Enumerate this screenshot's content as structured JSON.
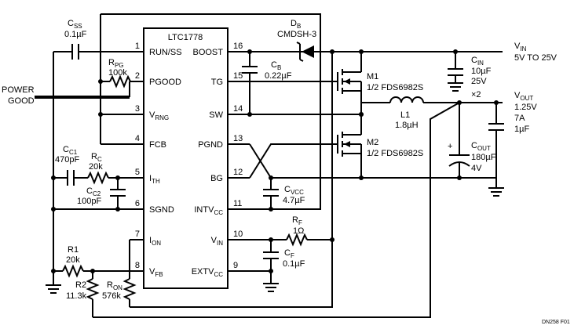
{
  "ic": {
    "name": "LTC1778",
    "left_pins": [
      {
        "num": "1",
        "name": "RUN/SS"
      },
      {
        "num": "2",
        "name": "PGOOD"
      },
      {
        "num": "3",
        "name": "V",
        "sub": "RNG"
      },
      {
        "num": "4",
        "name": "FCB"
      },
      {
        "num": "5",
        "name": "I",
        "sub": "TH"
      },
      {
        "num": "6",
        "name": "SGND"
      },
      {
        "num": "7",
        "name": "I",
        "sub": "ON"
      },
      {
        "num": "8",
        "name": "V",
        "sub": "FB"
      }
    ],
    "right_pins": [
      {
        "num": "16",
        "name": "BOOST"
      },
      {
        "num": "15",
        "name": "TG"
      },
      {
        "num": "14",
        "name": "SW"
      },
      {
        "num": "13",
        "name": "PGND"
      },
      {
        "num": "12",
        "name": "BG"
      },
      {
        "num": "11",
        "name": "INTV",
        "sub": "CC"
      },
      {
        "num": "10",
        "name": "V",
        "sub": "IN"
      },
      {
        "num": "9",
        "name": "EXTV",
        "sub": "CC"
      }
    ]
  },
  "components": {
    "css": {
      "ref": "C",
      "ref_sub": "SS",
      "value": "0.1µF"
    },
    "rpg": {
      "ref": "R",
      "ref_sub": "PG",
      "value": "100k"
    },
    "db": {
      "ref": "D",
      "ref_sub": "B",
      "value": "CMDSH-3"
    },
    "cb": {
      "ref": "C",
      "ref_sub": "B",
      "value": "0.22µF"
    },
    "m1": {
      "ref": "M1",
      "value": "1/2 FDS6982S"
    },
    "m2": {
      "ref": "M2",
      "value": "1/2 FDS6982S"
    },
    "l1": {
      "ref": "L1",
      "value": "1.8µH"
    },
    "cin": {
      "ref": "C",
      "ref_sub": "IN",
      "value1": "10µF",
      "value2": "25V",
      "mult": "×2"
    },
    "cout": {
      "ref": "C",
      "ref_sub": "OUT",
      "value1": "180µF",
      "value2": "4V"
    },
    "cout_cap": {
      "value": "1µF"
    },
    "cc1": {
      "ref": "C",
      "ref_sub": "C1",
      "value": "470pF"
    },
    "rc": {
      "ref": "R",
      "ref_sub": "C",
      "value": "20k"
    },
    "cc2": {
      "ref": "C",
      "ref_sub": "C2",
      "value": "100pF"
    },
    "cvcc": {
      "ref": "C",
      "ref_sub": "VCC",
      "value": "4.7µF"
    },
    "rf": {
      "ref": "R",
      "ref_sub": "F",
      "value": "1Ω"
    },
    "cf": {
      "ref": "C",
      "ref_sub": "F",
      "value": "0.1µF"
    },
    "r1": {
      "ref": "R1",
      "value": "20k"
    },
    "r2": {
      "ref": "R2",
      "value": "11.3k"
    },
    "ron": {
      "ref": "R",
      "ref_sub": "ON",
      "value": "576k"
    }
  },
  "nets": {
    "vin": {
      "name": "V",
      "name_sub": "IN",
      "range": "5V TO 25V"
    },
    "vout": {
      "name": "V",
      "name_sub": "OUT",
      "voltage": "1.25V",
      "current": "7A"
    },
    "power_good": {
      "line1": "POWER",
      "line2": "GOOD"
    }
  },
  "footer": {
    "code": "DN258 F01"
  }
}
